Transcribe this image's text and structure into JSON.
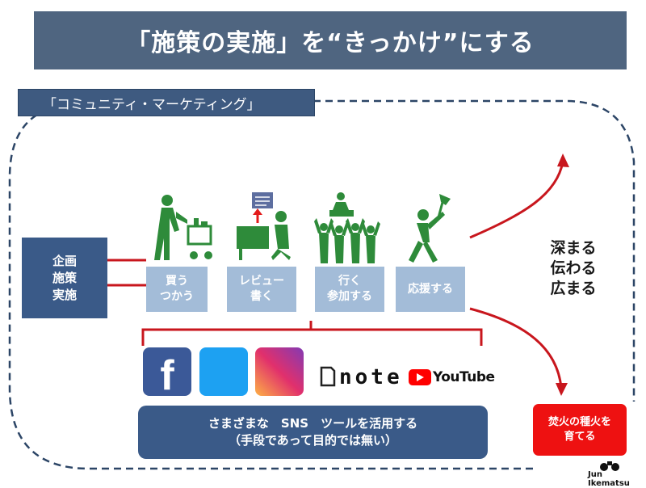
{
  "title": "「施策の実施」を“きっかけ”にする",
  "section_label": "「コミュニティ・マーケティング」",
  "plan_box": [
    "企画",
    "施策",
    "実施"
  ],
  "actions": [
    {
      "lines": [
        "買う",
        "つかう"
      ],
      "icon": "shopping-person-icon"
    },
    {
      "lines": [
        "レビュー",
        "書く"
      ],
      "icon": "reviewer-desk-icon"
    },
    {
      "lines": [
        "行く",
        "参加する"
      ],
      "icon": "event-crowd-icon"
    },
    {
      "lines": [
        "応援する"
      ],
      "icon": "flag-supporter-icon"
    }
  ],
  "outcomes": [
    "深まる",
    "伝わる",
    "広まる"
  ],
  "platforms": {
    "facebook": "f",
    "note": "note",
    "youtube": "YouTube"
  },
  "sns_box": [
    "さまざまな　SNS　ツールを活用する",
    "（手段であって目的では無い）"
  ],
  "spark_box": [
    "焚火の種火を",
    "育てる"
  ],
  "author": "Jun Ikematsu",
  "colors": {
    "title_bg": "#4f6580",
    "box_dark": "#3a5a88",
    "box_light": "#a3bcd8",
    "icon_green": "#2e8b3a",
    "arrow_red": "#c8161d",
    "spark_red": "#ee1111"
  }
}
